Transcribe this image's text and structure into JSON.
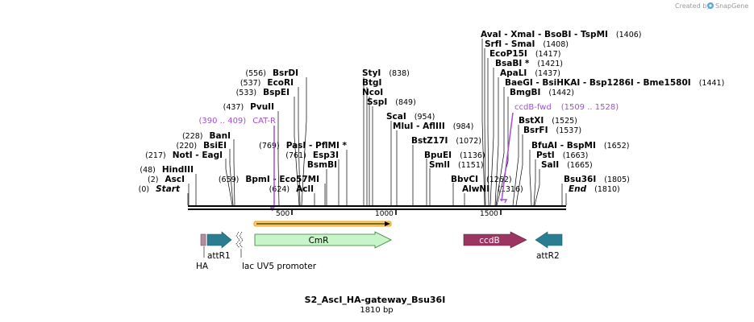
{
  "credit": {
    "prefix": "Created by",
    "brand": "SnapGene"
  },
  "map": {
    "title": "S2_AscI_HA-gateway_Bsu36I",
    "length_label": "1810 bp",
    "total_bp": 1810
  },
  "colors": {
    "primer": "#a050d0",
    "cmr": "#c8f5c8",
    "ccdb": "#9c3562",
    "attr": "#2b7d92",
    "ha": "#b48ca0",
    "orf_bar": "#f0a020"
  },
  "ruler_ticks": [
    "500",
    "1000",
    "1500"
  ],
  "enzymes": [
    {
      "parts": [
        {
          "name": "AvaI"
        },
        {
          "sep": " - "
        },
        {
          "name": "XmaI"
        },
        {
          "sep": " - "
        },
        {
          "name": "BsoBI"
        },
        {
          "sep": " - "
        },
        {
          "name": "TspMI"
        }
      ],
      "pos": "(1406)"
    },
    {
      "parts": [
        {
          "name": "SrfI"
        },
        {
          "sep": " - "
        },
        {
          "name": "SmaI"
        }
      ],
      "pos": "(1408)"
    },
    {
      "parts": [
        {
          "name": "EcoP15I"
        }
      ],
      "pos": "(1417)"
    },
    {
      "parts": [
        {
          "name": "BsaBI *"
        }
      ],
      "pos": "(1421)"
    },
    {
      "parts": [
        {
          "name": "ApaLI"
        }
      ],
      "pos": "(1437)"
    },
    {
      "parts": [
        {
          "name": "BaeGI"
        },
        {
          "sep": " - "
        },
        {
          "name": "BsiHKAI"
        },
        {
          "sep": " - "
        },
        {
          "name": "Bsp1286I"
        },
        {
          "sep": " - "
        },
        {
          "name": "Bme1580I"
        }
      ],
      "pos": "(1441)"
    },
    {
      "parts": [
        {
          "name": "BmgBI"
        }
      ],
      "pos": "(1442)"
    },
    {
      "parts": [
        {
          "name": "BstXI"
        }
      ],
      "pos": "(1525)"
    },
    {
      "parts": [
        {
          "name": "BsrFI"
        }
      ],
      "pos": "(1537)"
    },
    {
      "parts": [
        {
          "name": "BfuAI"
        },
        {
          "sep": " - "
        },
        {
          "name": "BspMI"
        }
      ],
      "pos": "(1652)"
    },
    {
      "parts": [
        {
          "name": "PstI"
        }
      ],
      "pos": "(1663)"
    },
    {
      "parts": [
        {
          "name": "SalI"
        }
      ],
      "pos": "(1665)"
    },
    {
      "parts": [
        {
          "name": "Bsu36I"
        }
      ],
      "pos": "(1805)"
    },
    {
      "parts": [
        {
          "name": "End",
          "style": "mark"
        }
      ],
      "pos": "(1810)"
    },
    {
      "parts": [
        {
          "name": "StyI"
        }
      ],
      "pos": "(838)"
    },
    {
      "parts": [
        {
          "name": "BtgI"
        }
      ],
      "pos": ""
    },
    {
      "parts": [
        {
          "name": "NcoI"
        }
      ],
      "pos": ""
    },
    {
      "parts": [
        {
          "name": "SspI"
        }
      ],
      "pos": "(849)"
    },
    {
      "parts": [
        {
          "name": "ScaI"
        }
      ],
      "pos": "(954)"
    },
    {
      "parts": [
        {
          "name": "MluI"
        },
        {
          "sep": " - "
        },
        {
          "name": "AflIII"
        }
      ],
      "pos": "(984)"
    },
    {
      "parts": [
        {
          "name": "BstZ17I"
        }
      ],
      "pos": "(1072)"
    },
    {
      "parts": [
        {
          "name": "BpuEI"
        }
      ],
      "pos": "(1136)"
    },
    {
      "parts": [
        {
          "name": "SmlI"
        }
      ],
      "pos": "(1151)"
    },
    {
      "parts": [
        {
          "name": "BbvCI"
        }
      ],
      "pos": "(1262)"
    },
    {
      "parts": [
        {
          "name": "AlwNI"
        }
      ],
      "pos": "(1316)"
    },
    {
      "parts": [
        {
          "name": "BsrDI"
        }
      ],
      "pos": "(556)"
    },
    {
      "parts": [
        {
          "name": "EcoRI"
        }
      ],
      "pos": "(537)"
    },
    {
      "parts": [
        {
          "name": "BspEI"
        }
      ],
      "pos": "(533)"
    },
    {
      "parts": [
        {
          "name": "PvuII"
        }
      ],
      "pos": "(437)"
    },
    {
      "parts": [
        {
          "name": "BanI"
        }
      ],
      "pos": "(228)"
    },
    {
      "parts": [
        {
          "name": "BsiEI"
        }
      ],
      "pos": "(220)"
    },
    {
      "parts": [
        {
          "name": "NotI"
        },
        {
          "sep": " - "
        },
        {
          "name": "EagI"
        }
      ],
      "pos": "(217)"
    },
    {
      "parts": [
        {
          "name": "HindIII"
        }
      ],
      "pos": "(48)"
    },
    {
      "parts": [
        {
          "name": "AscI"
        }
      ],
      "pos": "(2)"
    },
    {
      "parts": [
        {
          "name": "Start",
          "style": "mark"
        }
      ],
      "pos": "(0)"
    },
    {
      "parts": [
        {
          "name": "PasI"
        },
        {
          "sep": " - "
        },
        {
          "name": "PflMI *"
        }
      ],
      "pos": "(769)"
    },
    {
      "parts": [
        {
          "name": "Esp3I"
        }
      ],
      "pos": "(761)"
    },
    {
      "parts": [
        {
          "name": "BsmBI"
        }
      ],
      "pos": ""
    },
    {
      "parts": [
        {
          "name": "BpmI"
        },
        {
          "sep": " - "
        },
        {
          "name": "Eco57MI"
        }
      ],
      "pos": "(659)"
    },
    {
      "parts": [
        {
          "name": "AclI"
        }
      ],
      "pos": "(624)"
    }
  ],
  "primers": [
    {
      "name": "CAT-R",
      "range": "(390 .. 409)"
    },
    {
      "name": "ccdB-fwd",
      "range": "(1509 .. 1528)"
    }
  ],
  "features": [
    {
      "label": "CmR"
    },
    {
      "label": "ccdB"
    },
    {
      "label": "attR1"
    },
    {
      "label": "attR2"
    },
    {
      "label": "HA"
    },
    {
      "label": "lac UV5 promoter"
    }
  ]
}
